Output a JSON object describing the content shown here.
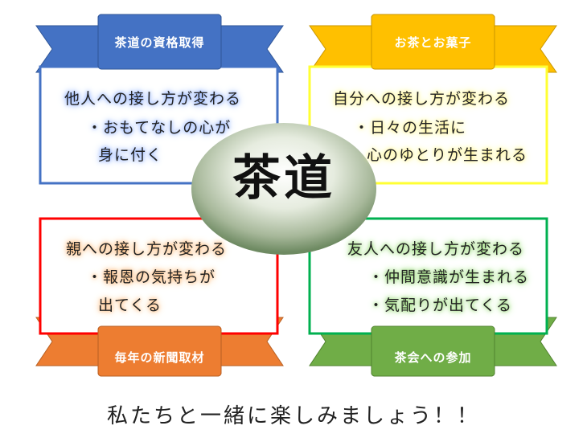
{
  "center": {
    "label": "茶道"
  },
  "quadrants": {
    "top_left": {
      "ribbon": "茶道の資格取得",
      "lines": [
        "他人への接し方が変わる",
        "・おもてなしの心が",
        "身に付く"
      ],
      "color": "#4472c4"
    },
    "top_right": {
      "ribbon": "お茶とお菓子",
      "lines": [
        "自分への接し方が変わる",
        "・日々の生活に",
        "心のゆとりが生まれる"
      ],
      "color": "#ffc000"
    },
    "bottom_left": {
      "ribbon": "毎年の新聞取材",
      "lines": [
        "親への接し方が変わる",
        "・報恩の気持ちが",
        "出てくる"
      ],
      "color": "#ed7d31"
    },
    "bottom_right": {
      "ribbon": "茶会への参加",
      "lines": [
        "友人への接し方が変わる",
        "・仲間意識が生まれる",
        "・気配りが出てくる"
      ],
      "color": "#70ad47"
    }
  },
  "footer": {
    "text": "私たちと一緒に楽しみましょう！！"
  }
}
